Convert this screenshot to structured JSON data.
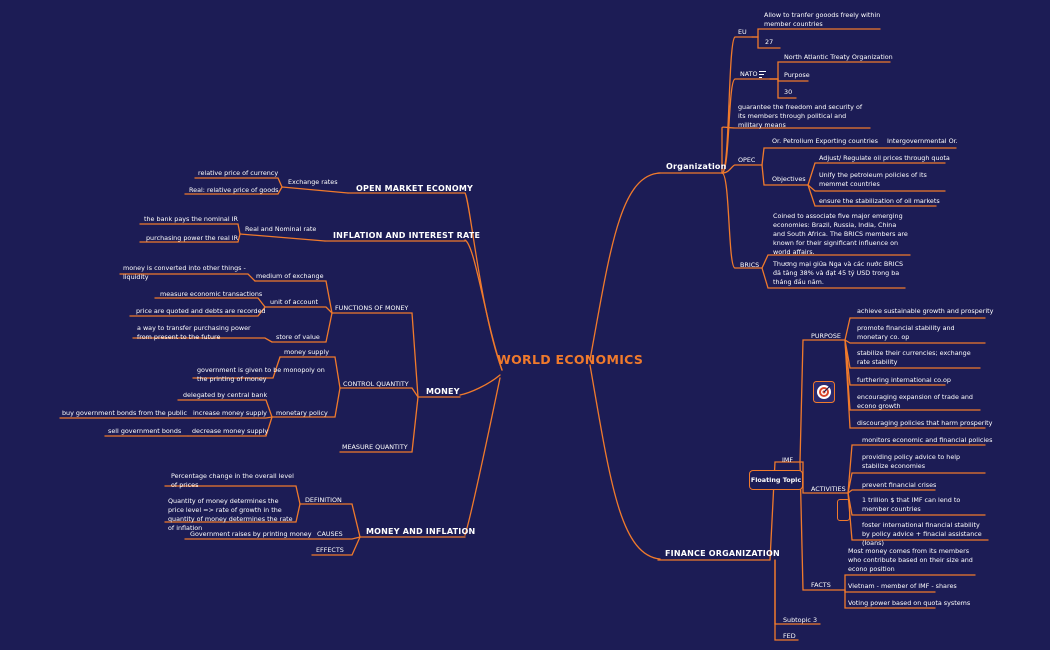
{
  "center": {
    "title": "WORLD ECONOMICS"
  },
  "left": {
    "open_market": {
      "title": "OPEN MARKET ECONOMY",
      "exchange_rates": "Exchange rates",
      "relative_currency": "relative price of currency",
      "real_goods": "Real: relative price of goods"
    },
    "inflation_interest": {
      "title": "INFLATION AND INTEREST RATE",
      "real_nominal": "Real and Nominal rate",
      "nominal_ir": "the bank pays the nominal IR",
      "purchasing_power": "purchasing power the real IR"
    },
    "money": {
      "title": "MONEY",
      "functions": "FUNCTIONS OF MONEY",
      "medium": "medium of exchange",
      "medium_desc": "money is converted into other things - liquidity",
      "unit": "unit of account",
      "measure": "measure economic transactions",
      "price_quoted": "price are quoted and debts are recorded",
      "store": "store of value",
      "store_desc": "a way to transfer purchasing power from present to the future",
      "control": "CONTROL QUANTITY",
      "money_supply": "money supply",
      "monopoly": "government is given to be monopoly on the printing of money",
      "monetary_policy": "monetary policy",
      "delegated": "delegated by central bank",
      "increase": "increase money supply",
      "buy_bonds": "buy government bonds from the public",
      "decrease": "decrease money supply",
      "sell_bonds": "sell government bonds",
      "measure_quantity": "MEASURE QUANTITY"
    },
    "money_inflation": {
      "title": "MONEY AND INFLATION",
      "definition": "DEFINITION",
      "pct_change": "Percentage change in the overall level of prices",
      "quantity_theory": "Quantity of money determines the price level => rate of growth in the quantity of money determines the rate of inflation",
      "causes": "CAUSES",
      "gov_raises": "Government raises by printing money",
      "effects": "EFFECTS"
    }
  },
  "right": {
    "organization": {
      "title": "Organization",
      "eu": "EU",
      "eu_allow": "Allow to tranfer gooods freely within member countries",
      "eu_27": "27",
      "nato": "NATO",
      "nato_name": "North Atlantic Treaty Organization",
      "nato_purpose": "Purpose",
      "nato_30": "30",
      "nato_guarantee": "guarantee the freedom and security of its members through political and military means",
      "opec": "OPEC",
      "opec_name": "Or. Petrolium Exporting countries",
      "opec_inter": "Intergovernmental Or.",
      "objectives": "Objectives",
      "obj1": "Adjust/ Regulate oil prices through quota",
      "obj2": "Unify the petroleum policies of its memmet countries",
      "obj3": "ensure the stabilization of oil markets",
      "brics": "BRICS",
      "brics_desc": "Coined to associate five major emerging economies: Brazil, Russia, India, China and South Africa. The BRICS members are known for their significant influence on world affairs.",
      "brics_trade": "Thương mại giữa Nga và các nước BRICS đã tăng 38% và đạt 45 tỷ USD trong ba tháng đầu năm."
    },
    "finance": {
      "title": "FINANCE ORGANIZATION",
      "imf": "IMF",
      "floating": "Floating Topic",
      "purpose": "PURPOSE",
      "p1": "achieve sustainable growth and prosperity",
      "p2": "promote financial stability and monetary co. op",
      "p3": "stabilize their currencies; exchange rate stability",
      "p4": "furthering international co.op",
      "p5": "encouraging expansion of trade and econo growth",
      "p6": "discouraging policies that harm prosperity",
      "activities": "ACTIVITIES",
      "a1": "monitors economic and financial policies",
      "a2": "providing policy advice to help stabilize economies",
      "a3": "prevent financial crises",
      "a4": "1 trillion $ that IMF can lend to member countries",
      "a5": "foster international financial stability by policy advice + finacial assistance (loans)",
      "facts": "FACTS",
      "f1": "Most money comes from its members who contribute based on their size and econo position",
      "f2": "Vietnam - member of IMF - shares",
      "f3": "Voting power based on quota systems",
      "subtopic3": "Subtopic 3",
      "fed": "FED"
    }
  },
  "colors": {
    "background": "#1c1c55",
    "line": "#f07a2c",
    "text": "#ffffff"
  },
  "icons": [
    "target-icon",
    "notes-icon",
    "menu-lines-icon"
  ]
}
